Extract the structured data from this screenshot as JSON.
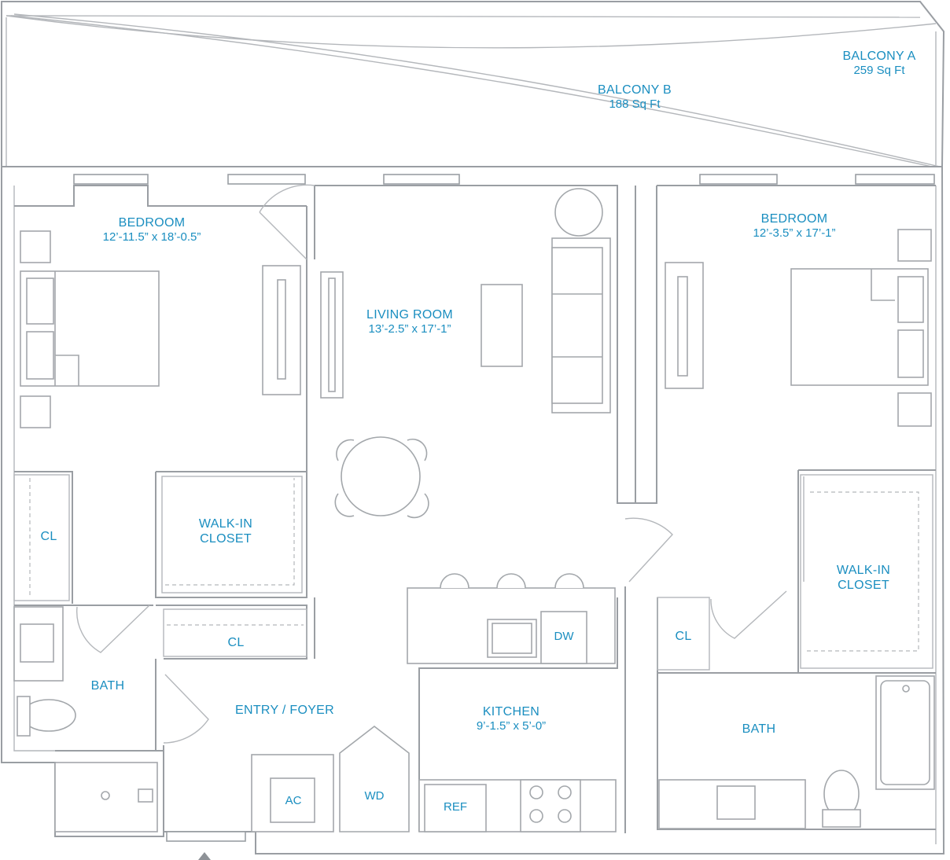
{
  "rooms": {
    "balcony_a": {
      "name": "BALCONY A",
      "area": "259 Sq Ft"
    },
    "balcony_b": {
      "name": "BALCONY B",
      "area": "188 Sq Ft"
    },
    "bedroom_left": {
      "name": "BEDROOM",
      "dims": "12’-11.5” x 18’-0.5”"
    },
    "bedroom_right": {
      "name": "BEDROOM",
      "dims": "12’-3.5” x 17’-1”"
    },
    "living_room": {
      "name": "LIVING ROOM",
      "dims": "13’-2.5” x 17’-1”"
    },
    "walk_in_closet_left": {
      "name_line1": "WALK-IN",
      "name_line2": "CLOSET"
    },
    "walk_in_closet_right": {
      "name_line1": "WALK-IN",
      "name_line2": "CLOSET"
    },
    "closet_left": {
      "name": "CL"
    },
    "closet_entry": {
      "name": "CL"
    },
    "closet_right": {
      "name": "CL"
    },
    "bath_left": {
      "name": "BATH"
    },
    "bath_right": {
      "name": "BATH"
    },
    "entry": {
      "name": "ENTRY / FOYER"
    },
    "kitchen": {
      "name": "KITCHEN",
      "dims": "9’-1.5” x 5’-0”"
    }
  },
  "appliances": {
    "dishwasher": "DW",
    "ac": "AC",
    "washer_dryer": "WD",
    "refrigerator": "REF"
  },
  "colors": {
    "label": "#1a8ec0",
    "wall": "#9a9ea3",
    "furniture": "#a3a7ab",
    "entry_marker": "#8e9297"
  }
}
